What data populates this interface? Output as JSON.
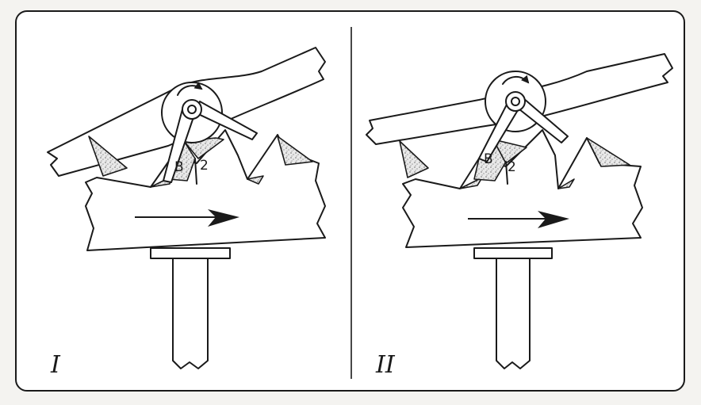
{
  "panels": [
    {
      "id": "I",
      "label": "I",
      "pawl_labels": [
        "B",
        "2"
      ]
    },
    {
      "id": "II",
      "label": "II",
      "pawl_labels": [
        "B",
        "2"
      ]
    }
  ],
  "colors": {
    "ink": "#1a1a1a",
    "paper": "#ffffff",
    "stipple": "#b8b8b8",
    "background": "#f4f3f0"
  },
  "icons": [
    "rotation-arrow-icon",
    "direction-arrow-icon"
  ]
}
